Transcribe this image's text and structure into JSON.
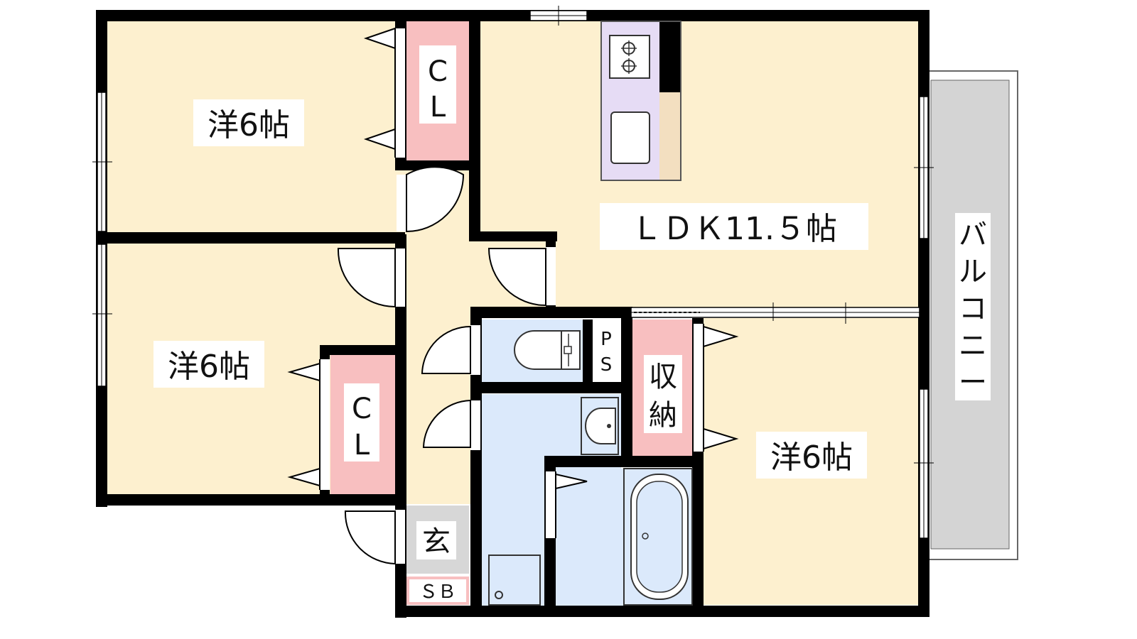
{
  "rooms": {
    "western_room_1": {
      "label": "洋6帖"
    },
    "western_room_2": {
      "label": "洋6帖"
    },
    "western_room_3": {
      "label": "洋6帖"
    },
    "ldk": {
      "label": "ＬＤＫ11.５帖"
    },
    "closet_1": {
      "line1": "C",
      "line2": "L"
    },
    "closet_2": {
      "line1": "C",
      "line2": "L"
    },
    "storage": {
      "line1": "収",
      "line2": "納"
    },
    "pipe_space": {
      "line1": "P",
      "line2": "S"
    },
    "entrance": {
      "label": "玄"
    },
    "shoe_box": {
      "label": "ＳＢ"
    },
    "balcony": {
      "chars": [
        "バ",
        "ル",
        "コ",
        "ニ",
        "ー"
      ]
    }
  },
  "colors": {
    "wall": "#000000",
    "room_floor": "#fdf0cf",
    "closet": "#f8bfc0",
    "kitchen": "#e6dcf5",
    "kitchen_counter": "#f3dfc0",
    "wet_area": "#dbe9fb",
    "entrance": "#d7d7d7",
    "balcony": "#d4d4d4"
  },
  "icons": [
    "stove-icon",
    "sink-icon",
    "toilet-icon",
    "washbasin-icon",
    "bathtub-icon",
    "washing-machine-icon",
    "door-swing-icon",
    "window-icon"
  ]
}
